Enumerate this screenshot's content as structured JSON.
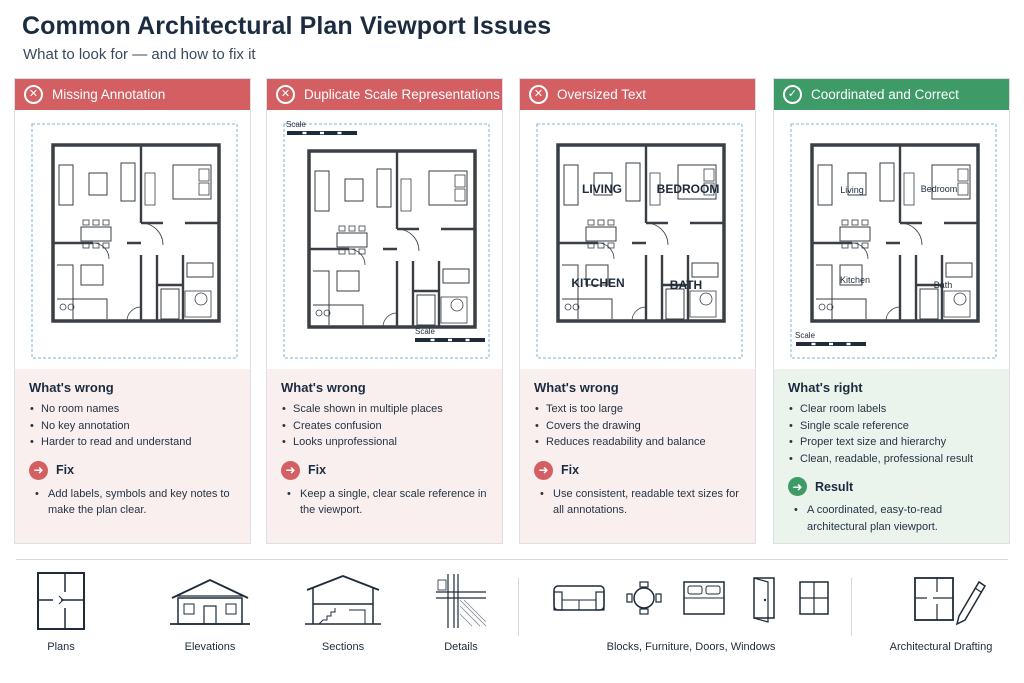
{
  "header": {
    "title": "Common Architectural Plan Viewport Issues",
    "subtitle": "What to look for — and how to fix it"
  },
  "cards": [
    {
      "title": "Missing Annotation",
      "status": "bad",
      "section_title": "What's wrong",
      "items": [
        "No room names",
        "No key annotation",
        "Harder to read and understand"
      ],
      "fix_title": "Fix",
      "fix_text": "Add labels, symbols and key notes to make the plan clear."
    },
    {
      "title": "Duplicate Scale Representations",
      "status": "bad",
      "section_title": "What's wrong",
      "items": [
        "Scale shown in multiple places",
        "Creates confusion",
        "Looks unprofessional"
      ],
      "fix_title": "Fix",
      "fix_text": "Keep a single, clear scale reference in the viewport.",
      "plan_labels": {
        "scale_top": "Scale",
        "scale_bottom": "Scale"
      }
    },
    {
      "title": "Oversized Text",
      "status": "bad",
      "section_title": "What's wrong",
      "items": [
        "Text is too large",
        "Covers the drawing",
        "Reduces readability and balance"
      ],
      "fix_title": "Fix",
      "fix_text": "Use consistent, readable text sizes for all annotations.",
      "plan_labels": {
        "living": "LIVING",
        "bedroom": "BEDROOM",
        "kitchen": "KITCHEN",
        "bath": "BATH"
      }
    },
    {
      "title": "Coordinated and Correct",
      "status": "good",
      "section_title": "What's right",
      "items": [
        "Clear room labels",
        "Single scale reference",
        "Proper text size and hierarchy",
        "Clean, readable, professional result"
      ],
      "fix_title": "Result",
      "fix_text": "A coordinated, easy-to-read architectural plan viewport.",
      "plan_labels": {
        "living": "Living",
        "bedroom": "Bedroom",
        "kitchen": "Kitchen",
        "bath": "Bath",
        "scale": "Scale"
      }
    }
  ],
  "categories": [
    {
      "label": "Plans",
      "icon": "floor-plan-icon"
    },
    {
      "label": "Elevations",
      "icon": "house-elevation-icon"
    },
    {
      "label": "Sections",
      "icon": "building-section-icon"
    },
    {
      "label": "Details",
      "icon": "construction-detail-icon"
    },
    {
      "label": "Blocks, Furniture, Doors, Windows",
      "icon": "furniture-blocks-icon"
    },
    {
      "label": "Architectural Drafting",
      "icon": "drafting-pencil-icon"
    }
  ],
  "colors": {
    "bad": "#d35f63",
    "good": "#3e9a67",
    "bad_bg": "#f9efee",
    "good_bg": "#eaf4ec",
    "viewport_dash": "#7fb2d9",
    "title": "#1c2c40"
  }
}
